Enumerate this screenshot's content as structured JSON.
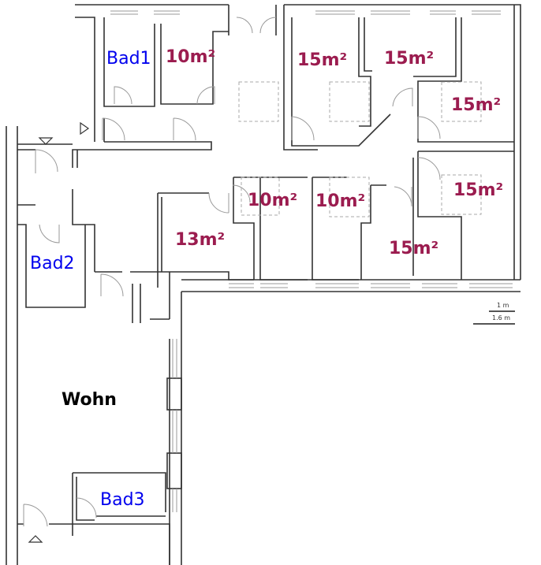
{
  "rooms": {
    "bad1": "Bad1",
    "bad2": "Bad2",
    "bad3": "Bad3",
    "wohn": "Wohn",
    "r1": "10m²",
    "r2": "15m²",
    "r3": "15m²",
    "r4": "15m²",
    "r5": "15m²",
    "r6": "10m²",
    "r7": "10m²",
    "r8": "13m²",
    "r9": "15m²"
  },
  "scale": {
    "small": "1 m",
    "large": "1.6 m"
  },
  "colors": {
    "area": "#9b1c4f",
    "bath": "#0000ee",
    "wall": "#333333"
  }
}
